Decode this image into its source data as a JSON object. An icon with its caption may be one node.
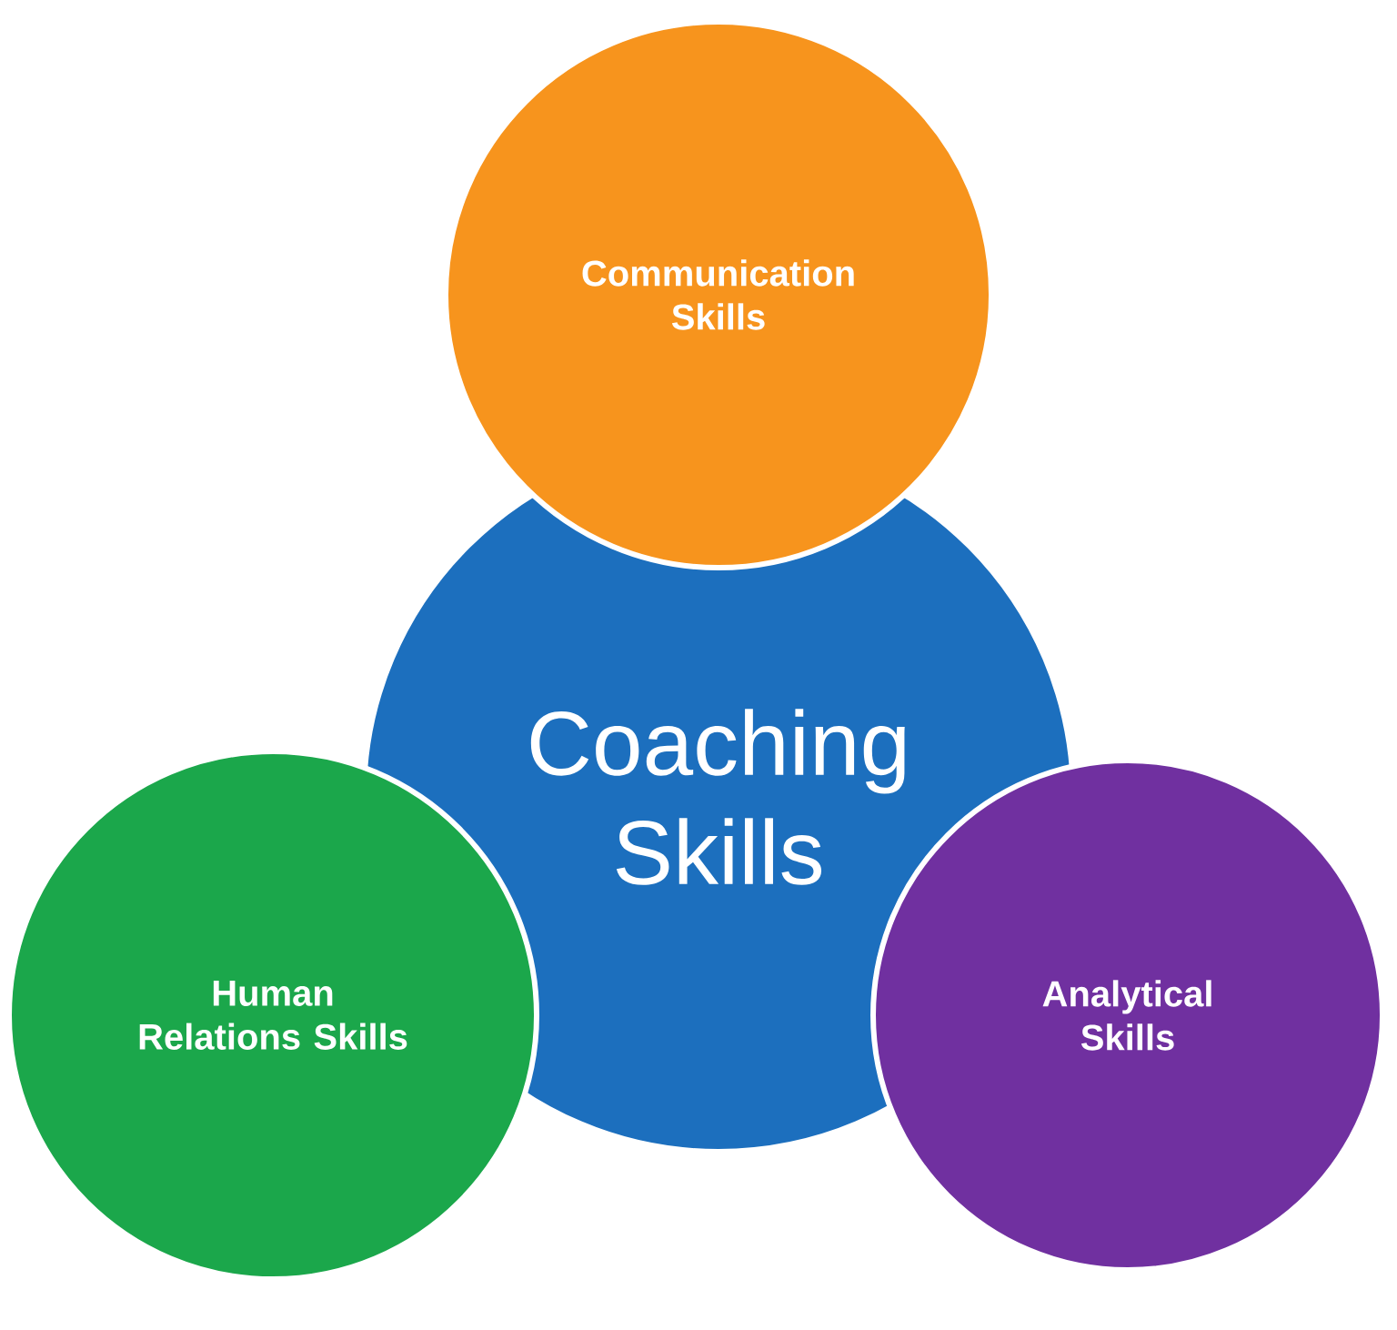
{
  "diagram": {
    "nodes": [
      {
        "text": [
          "Communication Skills"
        ]
      },
      {
        "text": [
          "Coaching Skills"
        ]
      },
      {
        "text": [
          "Human Relations Skills"
        ]
      },
      {
        "text": [
          "Analytical Skills"
        ]
      }
    ]
  }
}
